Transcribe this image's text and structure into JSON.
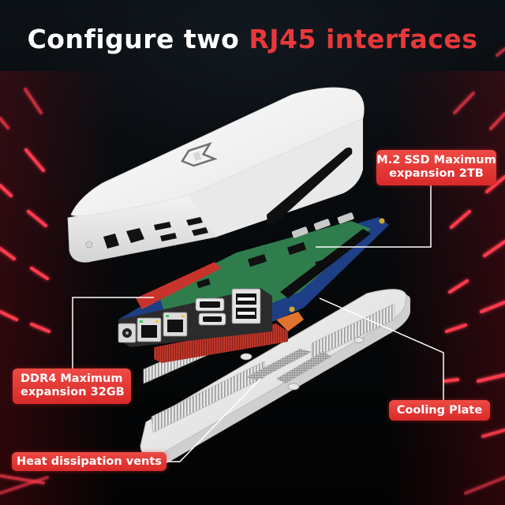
{
  "headline": {
    "prefix": "Configure two",
    "highlight": "RJ45 interfaces"
  },
  "callouts": {
    "ssd": {
      "line1": "M.2 SSD Maximum",
      "line2": "expansion 2TB"
    },
    "ddr": {
      "line1": "DDR4 Maximum",
      "line2": "expansion 32GB"
    },
    "cooling": {
      "label": "Cooling Plate"
    },
    "vents": {
      "label": "Heat dissipation vents"
    }
  },
  "colors": {
    "accent_red": "#e8383a",
    "callout_red": "#dd3030",
    "background": "#07090c",
    "case_white": "#f2f2f2",
    "heatsink_copper": "#c8442a",
    "pcb_green": "#2f7d4c",
    "pcb_blue": "#2a55a5",
    "neon_red": "#ff3b4e"
  },
  "product": {
    "ports_front": [
      "dc-power-jack",
      "rj45-port",
      "rj45-port",
      "micro-hdmi-port",
      "micro-hdmi-port",
      "usb-a-port",
      "usb-a-port"
    ],
    "parts": [
      "top-cover",
      "mainboard",
      "copper-heatsink",
      "cooling-plate"
    ]
  }
}
